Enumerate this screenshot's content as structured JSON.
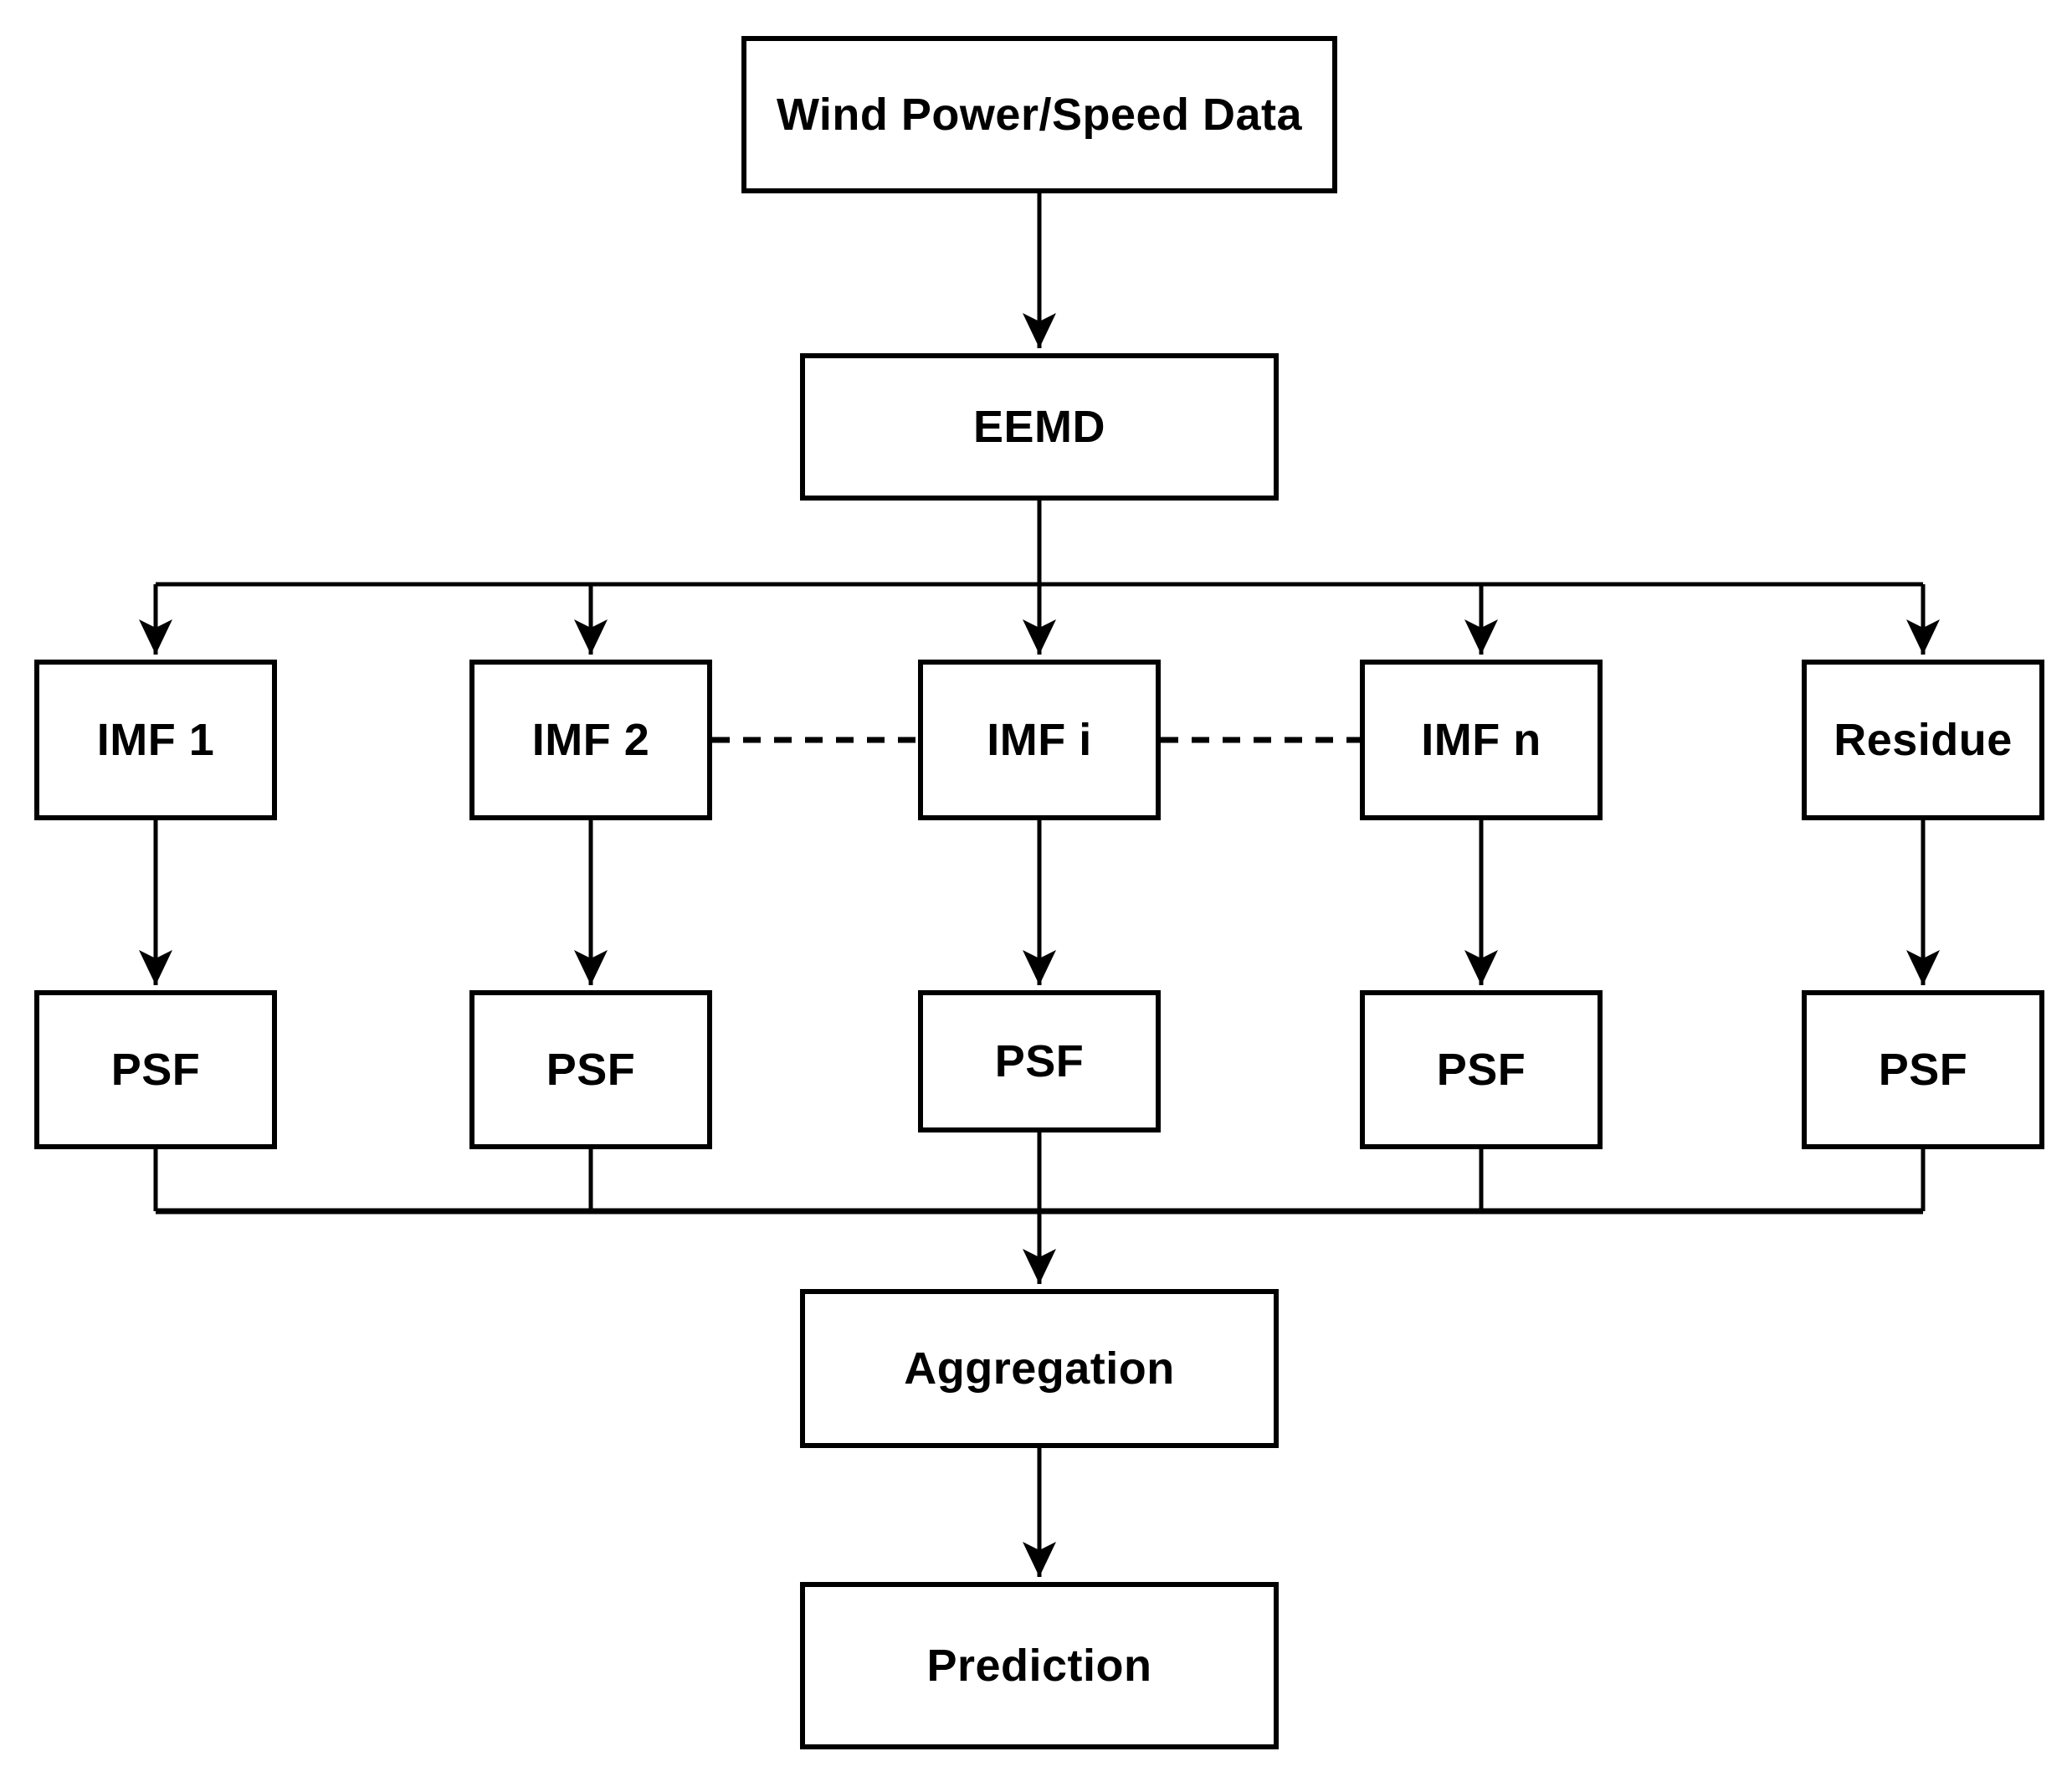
{
  "diagram": {
    "background_color": "#ffffff",
    "stroke_color": "#000000",
    "nodes": {
      "wind_data": {
        "label": "Wind Power/Speed Data"
      },
      "eemd": {
        "label": "EEMD"
      },
      "decomposition": [
        {
          "id": "imf_1",
          "label": "IMF 1"
        },
        {
          "id": "imf_2",
          "label": "IMF 2"
        },
        {
          "id": "imf_i",
          "label": "IMF i"
        },
        {
          "id": "imf_n",
          "label": "IMF n"
        },
        {
          "id": "residue",
          "label": "Residue"
        }
      ],
      "psf_units": [
        {
          "label": "PSF"
        },
        {
          "label": "PSF"
        },
        {
          "label": "PSF"
        },
        {
          "label": "PSF"
        },
        {
          "label": "PSF"
        }
      ],
      "aggregation": {
        "label": "Aggregation"
      },
      "prediction": {
        "label": "Prediction"
      }
    },
    "edges": [
      {
        "from": "wind_data",
        "to": "eemd",
        "style": "solid-arrow"
      },
      {
        "from": "eemd",
        "to": "imf_1",
        "style": "solid-arrow"
      },
      {
        "from": "eemd",
        "to": "imf_2",
        "style": "solid-arrow"
      },
      {
        "from": "eemd",
        "to": "imf_i",
        "style": "solid-arrow"
      },
      {
        "from": "eemd",
        "to": "imf_n",
        "style": "solid-arrow"
      },
      {
        "from": "eemd",
        "to": "residue",
        "style": "solid-arrow"
      },
      {
        "from": "imf_2",
        "to": "imf_i",
        "style": "dashed"
      },
      {
        "from": "imf_i",
        "to": "imf_n",
        "style": "dashed"
      },
      {
        "from": "imf_1",
        "to": "psf_1",
        "style": "solid-arrow"
      },
      {
        "from": "imf_2",
        "to": "psf_2",
        "style": "solid-arrow"
      },
      {
        "from": "imf_i",
        "to": "psf_3",
        "style": "solid-arrow"
      },
      {
        "from": "imf_n",
        "to": "psf_4",
        "style": "solid-arrow"
      },
      {
        "from": "residue",
        "to": "psf_5",
        "style": "solid-arrow"
      },
      {
        "from": "psf_1",
        "to": "aggregation",
        "style": "solid-arrow"
      },
      {
        "from": "psf_2",
        "to": "aggregation",
        "style": "solid-arrow"
      },
      {
        "from": "psf_3",
        "to": "aggregation",
        "style": "solid-arrow"
      },
      {
        "from": "psf_4",
        "to": "aggregation",
        "style": "solid-arrow"
      },
      {
        "from": "psf_5",
        "to": "aggregation",
        "style": "solid-arrow"
      },
      {
        "from": "aggregation",
        "to": "prediction",
        "style": "solid-arrow"
      }
    ]
  }
}
